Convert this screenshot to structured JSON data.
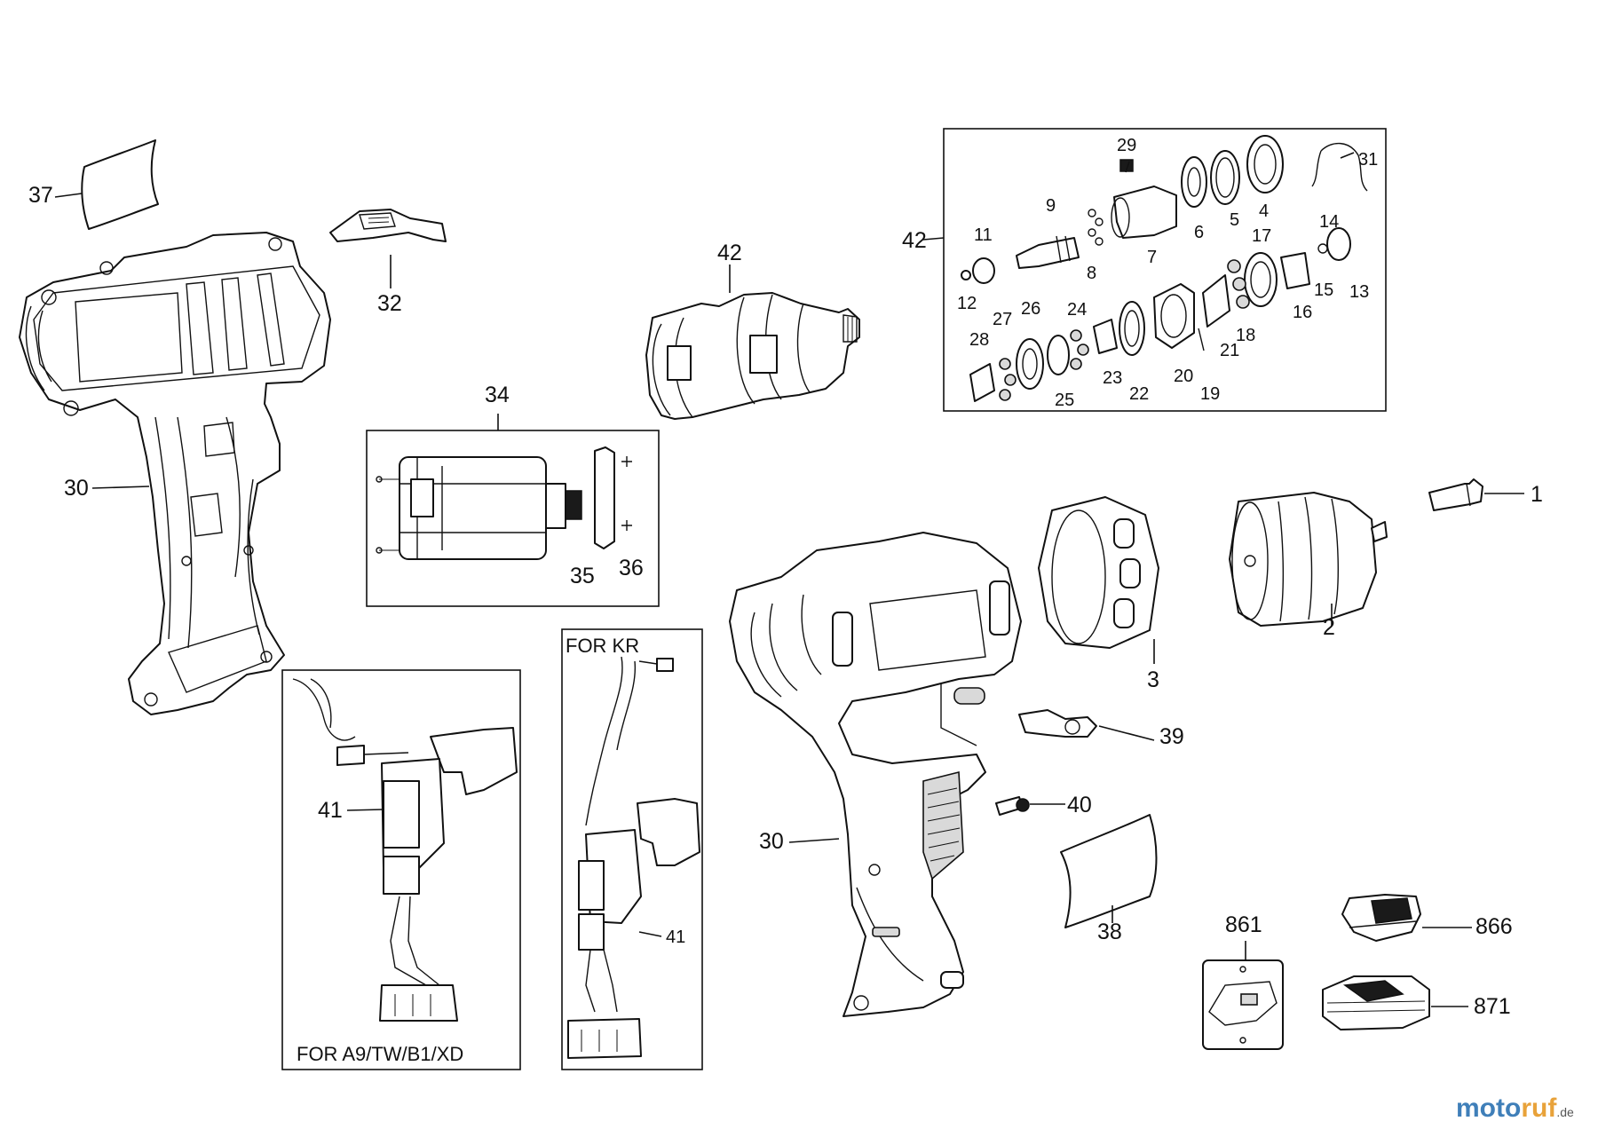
{
  "labels": {
    "l1": "1",
    "l2": "2",
    "l3": "3",
    "l4": "4",
    "l5": "5",
    "l6": "6",
    "l7": "7",
    "l8": "8",
    "l9": "9",
    "l11": "11",
    "l12": "12",
    "l13": "13",
    "l14": "14",
    "l15": "15",
    "l16": "16",
    "l17": "17",
    "l18": "18",
    "l19": "19",
    "l20": "20",
    "l21": "21",
    "l22": "22",
    "l23": "23",
    "l24": "24",
    "l25": "25",
    "l26": "26",
    "l27": "27",
    "l28": "28",
    "l29": "29",
    "l30_left": "30",
    "l30_right": "30",
    "l31": "31",
    "l32": "32",
    "l34": "34",
    "l35": "35",
    "l36": "36",
    "l37": "37",
    "l38": "38",
    "l39": "39",
    "l40": "40",
    "l41_left": "41",
    "l41_right": "41",
    "l42_top": "42",
    "l42_left": "42",
    "l861": "861",
    "l866": "866",
    "l871": "871"
  },
  "captions": {
    "for_a9": "FOR A9/TW/B1/XD",
    "for_kr": "FOR KR"
  },
  "watermark": {
    "part_a": "moto",
    "part_b": "ruf",
    "part_c": ".de"
  }
}
